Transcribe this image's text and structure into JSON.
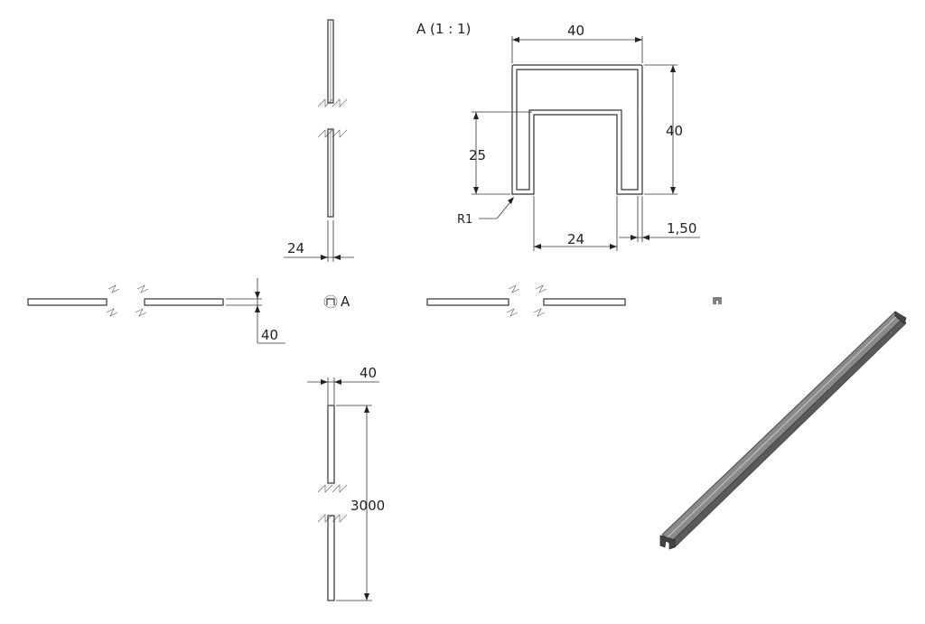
{
  "section": {
    "title": "A (1 : 1)",
    "width_dim": "40",
    "height_dim": "40",
    "inner_height_dim": "25",
    "inner_width_dim": "24",
    "thickness_dim": "1,50",
    "radius_dim": "R1"
  },
  "views": {
    "top_width_dim": "24",
    "front_height_dim": "40",
    "section_marker": "A",
    "bottom_width_dim": "40",
    "length_dim": "3000"
  },
  "colors": {
    "line": "#333333",
    "profile_3d": "#6b6b6b"
  }
}
